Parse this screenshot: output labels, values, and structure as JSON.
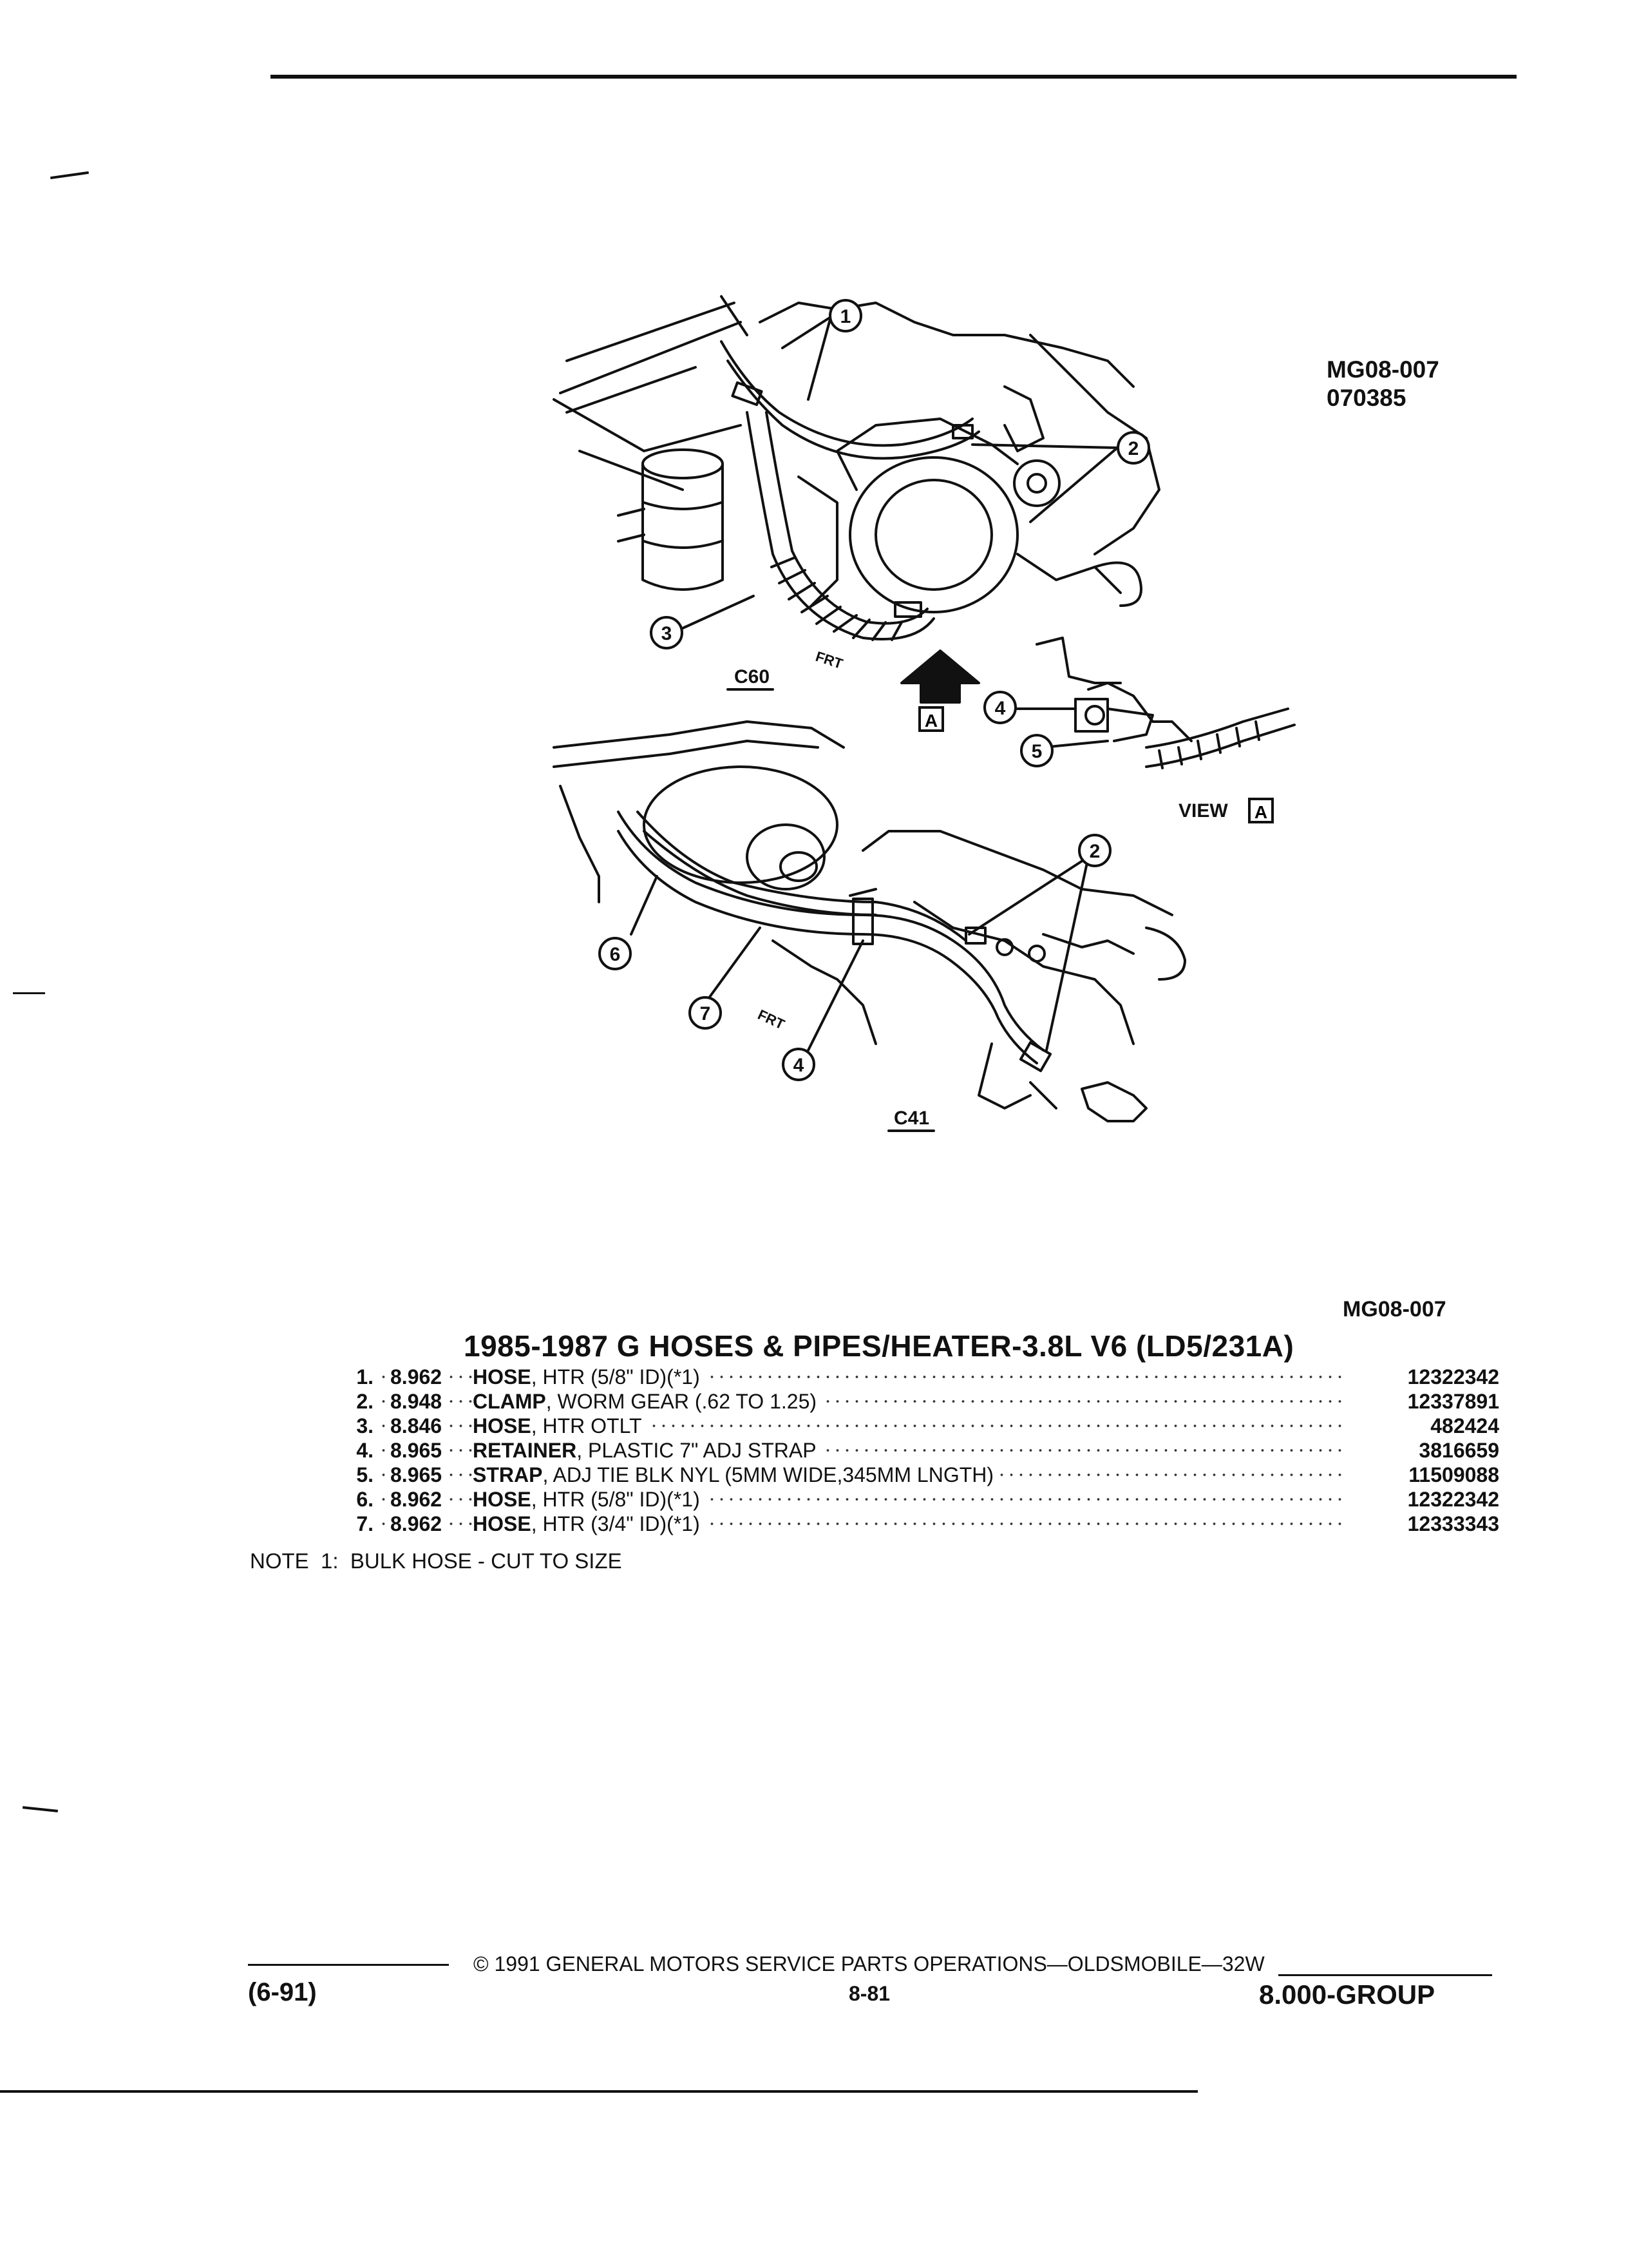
{
  "figure": {
    "ref_code": "MG08-007",
    "ref_number": "070385",
    "callouts": [
      "1",
      "2",
      "3",
      "4",
      "5",
      "6",
      "7"
    ],
    "labels": {
      "c60": "C60",
      "c41": "C41",
      "frt": "FRT",
      "view_a": "VIEW",
      "view_letter": "A"
    }
  },
  "caption_ref": "MG08-007",
  "title": "1985-1987 G HOSES & PIPES/HEATER-3.8L V6 (LD5/231A)",
  "parts": [
    {
      "num": "1.",
      "code": "8.962",
      "name": "HOSE",
      "detail": ", HTR (5/8\" ID)(*1)",
      "part": "12322342"
    },
    {
      "num": "2.",
      "code": "8.948",
      "name": "CLAMP",
      "detail": ", WORM GEAR (.62 TO 1.25)",
      "part": "12337891"
    },
    {
      "num": "3.",
      "code": "8.846",
      "name": "HOSE",
      "detail": ", HTR OTLT",
      "part": "482424"
    },
    {
      "num": "4.",
      "code": "8.965",
      "name": "RETAINER",
      "detail": ", PLASTIC 7\" ADJ STRAP",
      "part": "3816659"
    },
    {
      "num": "5.",
      "code": "8.965",
      "name": "STRAP",
      "detail": ", ADJ TIE BLK NYL (5MM WIDE,345MM LNGTH)",
      "part": "11509088"
    },
    {
      "num": "6.",
      "code": "8.962",
      "name": "HOSE",
      "detail": ", HTR (5/8\" ID)(*1)",
      "part": "12322342"
    },
    {
      "num": "7.",
      "code": "8.962",
      "name": "HOSE",
      "detail": ", HTR (3/4\" ID)(*1)",
      "part": "12333343"
    }
  ],
  "note": "NOTE  1:  BULK HOSE - CUT TO SIZE",
  "footer": {
    "copyright": "© 1991 GENERAL MOTORS SERVICE PARTS OPERATIONS—OLDSMOBILE—32W",
    "date_code": "(6-91)",
    "page": "8-81",
    "group": "8.000-GROUP"
  }
}
